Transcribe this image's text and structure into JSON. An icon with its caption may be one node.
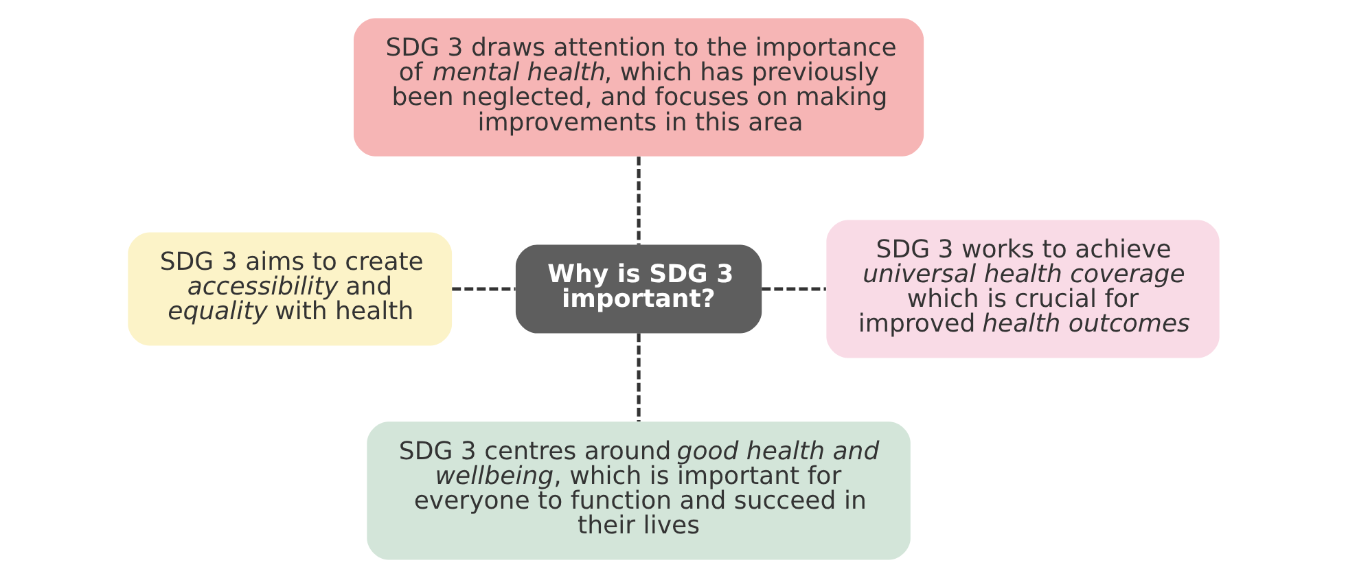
{
  "diagram": {
    "nodes": [
      {
        "text": [
          "SDG 3 draws attention to the importance of *mental health*, which has previously been neglected, and focuses on making improvements in this area"
        ]
      },
      {
        "text": [
          "SDG 3 aims to create *accessibility* and *equality* with health"
        ]
      },
      {
        "text": [
          "Why is SDG 3 important?"
        ]
      },
      {
        "text": [
          "SDG 3 works to achieve *universal health coverage* which is crucial for improved *health outcomes*"
        ]
      },
      {
        "text": [
          "SDG 3 centres around *good health and wellbeing*, which is important for everyone to function and succeed in their lives"
        ]
      }
    ],
    "edges": [
      {
        "from": 0,
        "to": 2,
        "arrow": "none",
        "style": "dashed"
      },
      {
        "from": 1,
        "to": 2,
        "arrow": "none",
        "style": "dashed"
      },
      {
        "from": 2,
        "to": 3,
        "arrow": "none",
        "style": "dashed"
      },
      {
        "from": 2,
        "to": 4,
        "arrow": "none",
        "style": "dashed"
      }
    ]
  }
}
